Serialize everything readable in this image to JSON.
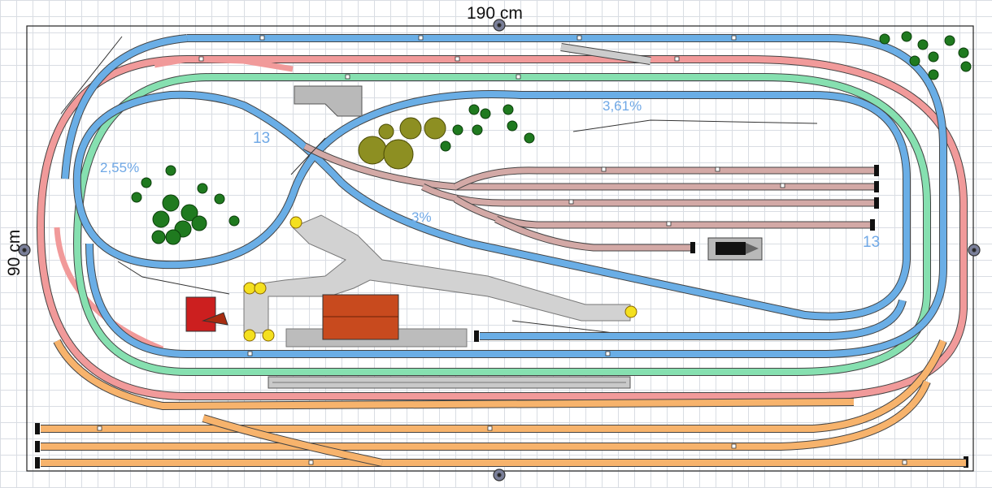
{
  "dimensions": {
    "width_label": "190 cm",
    "height_label": "90 cm"
  },
  "annotations": {
    "grade_upper_right": "3,61%",
    "grade_left": "2,55%",
    "grade_center": "3%",
    "radius_left": "13",
    "radius_right": "13"
  },
  "colors": {
    "blue_track": "#6aaee6",
    "red_track": "#f19a9a",
    "green_track": "#86e0b0",
    "orange_track": "#f7b36c",
    "mauve_track": "#d3a9a6",
    "gray_road": "#cfcfcf",
    "tree_dark": "#1f7a1f",
    "tree_olive": "#8d8f22",
    "building_brick": "#c84a1e",
    "building_red": "#cc1f1f"
  }
}
